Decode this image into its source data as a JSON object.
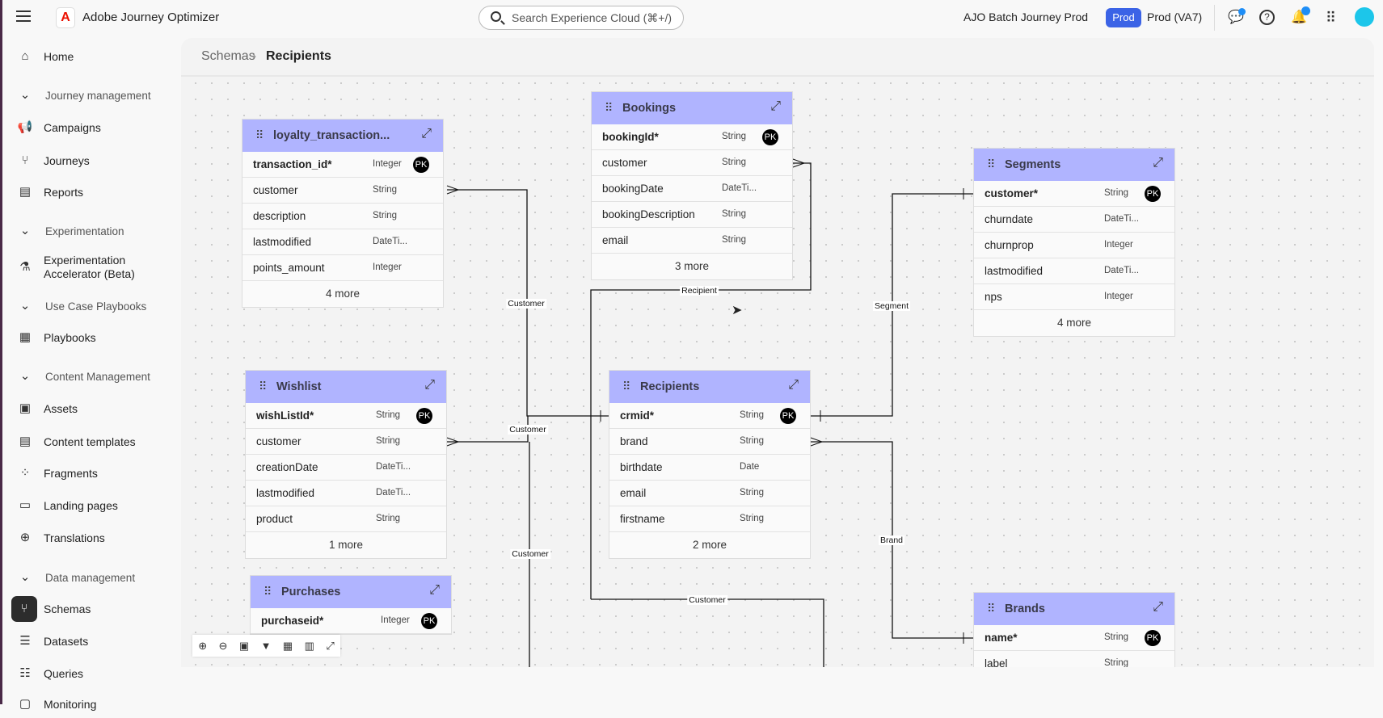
{
  "header": {
    "app_name": "Adobe Journey Optimizer",
    "logo_letter": "A",
    "search_placeholder": "Search Experience Cloud (⌘+/)",
    "org": "AJO Batch Journey Prod",
    "sandbox_badge": "Prod",
    "sandbox": "Prod (VA7)"
  },
  "sidebar": {
    "items": [
      {
        "label": "Home",
        "icon": "home-icon",
        "glyph": "⌂",
        "type": "item"
      },
      {
        "label": "Journey management",
        "type": "section"
      },
      {
        "label": "Campaigns",
        "icon": "megaphone-icon",
        "glyph": "📢",
        "type": "item"
      },
      {
        "label": "Journeys",
        "icon": "journey-icon",
        "glyph": "⑂",
        "type": "item"
      },
      {
        "label": "Reports",
        "icon": "report-icon",
        "glyph": "▤",
        "type": "item"
      },
      {
        "label": "Experimentation",
        "type": "section"
      },
      {
        "label": "Experimentation Accelerator (Beta)",
        "icon": "flask-icon",
        "glyph": "⚗",
        "type": "item"
      },
      {
        "label": "Use Case Playbooks",
        "type": "section"
      },
      {
        "label": "Playbooks",
        "icon": "playbook-icon",
        "glyph": "▦",
        "type": "item"
      },
      {
        "label": "Content Management",
        "type": "section"
      },
      {
        "label": "Assets",
        "icon": "assets-icon",
        "glyph": "▣",
        "type": "item"
      },
      {
        "label": "Content templates",
        "icon": "template-icon",
        "glyph": "▤",
        "type": "item"
      },
      {
        "label": "Fragments",
        "icon": "fragments-icon",
        "glyph": "⁘",
        "type": "item"
      },
      {
        "label": "Landing pages",
        "icon": "landing-page-icon",
        "glyph": "▭",
        "type": "item"
      },
      {
        "label": "Translations",
        "icon": "globe-icon",
        "glyph": "⊕",
        "type": "item"
      },
      {
        "label": "Data management",
        "type": "section"
      },
      {
        "label": "Schemas",
        "icon": "schema-icon",
        "glyph": "⑂",
        "type": "item",
        "active": true
      },
      {
        "label": "Datasets",
        "icon": "database-icon",
        "glyph": "☰",
        "type": "item"
      },
      {
        "label": "Queries",
        "icon": "query-icon",
        "glyph": "☷",
        "type": "item"
      },
      {
        "label": "Monitoring",
        "icon": "monitor-icon",
        "glyph": "▢",
        "type": "item"
      }
    ]
  },
  "breadcrumb": {
    "parent": "Schemas",
    "current": "Recipients"
  },
  "tables": [
    {
      "id": "loyalty",
      "title": "loyalty_transaction...",
      "fields": [
        [
          "transaction_id*",
          "Integer",
          true
        ],
        [
          "customer",
          "String"
        ],
        [
          "description",
          "String"
        ],
        [
          "lastmodified",
          "DateTi..."
        ],
        [
          "points_amount",
          "Integer"
        ]
      ],
      "more": "4 more"
    },
    {
      "id": "bookings",
      "title": "Bookings",
      "fields": [
        [
          "bookingId*",
          "String",
          true
        ],
        [
          "customer",
          "String"
        ],
        [
          "bookingDate",
          "DateTi..."
        ],
        [
          "bookingDescription",
          "String"
        ],
        [
          "email",
          "String"
        ]
      ],
      "more": "3 more"
    },
    {
      "id": "segments",
      "title": "Segments",
      "fields": [
        [
          "customer*",
          "String",
          true
        ],
        [
          "churndate",
          "DateTi..."
        ],
        [
          "churnprop",
          "Integer"
        ],
        [
          "lastmodified",
          "DateTi..."
        ],
        [
          "nps",
          "Integer"
        ]
      ],
      "more": "4 more"
    },
    {
      "id": "wishlist",
      "title": "Wishlist",
      "fields": [
        [
          "wishListId*",
          "String",
          true
        ],
        [
          "customer",
          "String"
        ],
        [
          "creationDate",
          "DateTi..."
        ],
        [
          "lastmodified",
          "DateTi..."
        ],
        [
          "product",
          "String"
        ]
      ],
      "more": "1 more"
    },
    {
      "id": "recipients",
      "title": "Recipients",
      "fields": [
        [
          "crmid*",
          "String",
          true
        ],
        [
          "brand",
          "String"
        ],
        [
          "birthdate",
          "Date"
        ],
        [
          "email",
          "String"
        ],
        [
          "firstname",
          "String"
        ]
      ],
      "more": "2 more"
    },
    {
      "id": "brands",
      "title": "Brands",
      "fields": [
        [
          "name*",
          "String",
          true
        ],
        [
          "label",
          "String"
        ]
      ],
      "more": ""
    },
    {
      "id": "purchases",
      "title": "Purchases",
      "fields": [
        [
          "purchaseid*",
          "Integer",
          true
        ]
      ],
      "more": ""
    }
  ],
  "pk_label": "PK",
  "relations": [
    {
      "label": "Customer",
      "from": "loyalty.customer",
      "to": "recipients.crmid"
    },
    {
      "label": "Customer",
      "from": "wishlist.customer",
      "to": "recipients.crmid"
    },
    {
      "label": "Customer",
      "from": "purchases.customer",
      "to": "recipients.crmid"
    },
    {
      "label": "Recipient",
      "from": "bookings.customer",
      "to": "recipients"
    },
    {
      "label": "Customer",
      "from": "bookings",
      "to": "recipients"
    },
    {
      "label": "Segment",
      "from": "recipients.crmid",
      "to": "segments.customer"
    },
    {
      "label": "Brand",
      "from": "recipients.brand",
      "to": "brands.name"
    }
  ],
  "toolbar": [
    "zoom-in-icon",
    "zoom-out-icon",
    "fit-screen-icon",
    "filter-icon",
    "layout-icon",
    "map-icon",
    "expand-icon"
  ],
  "colors": {
    "table_header": "#b0b4ff",
    "sandbox_badge": "#3b63e6",
    "notification_dot": "#1e8ef7"
  }
}
